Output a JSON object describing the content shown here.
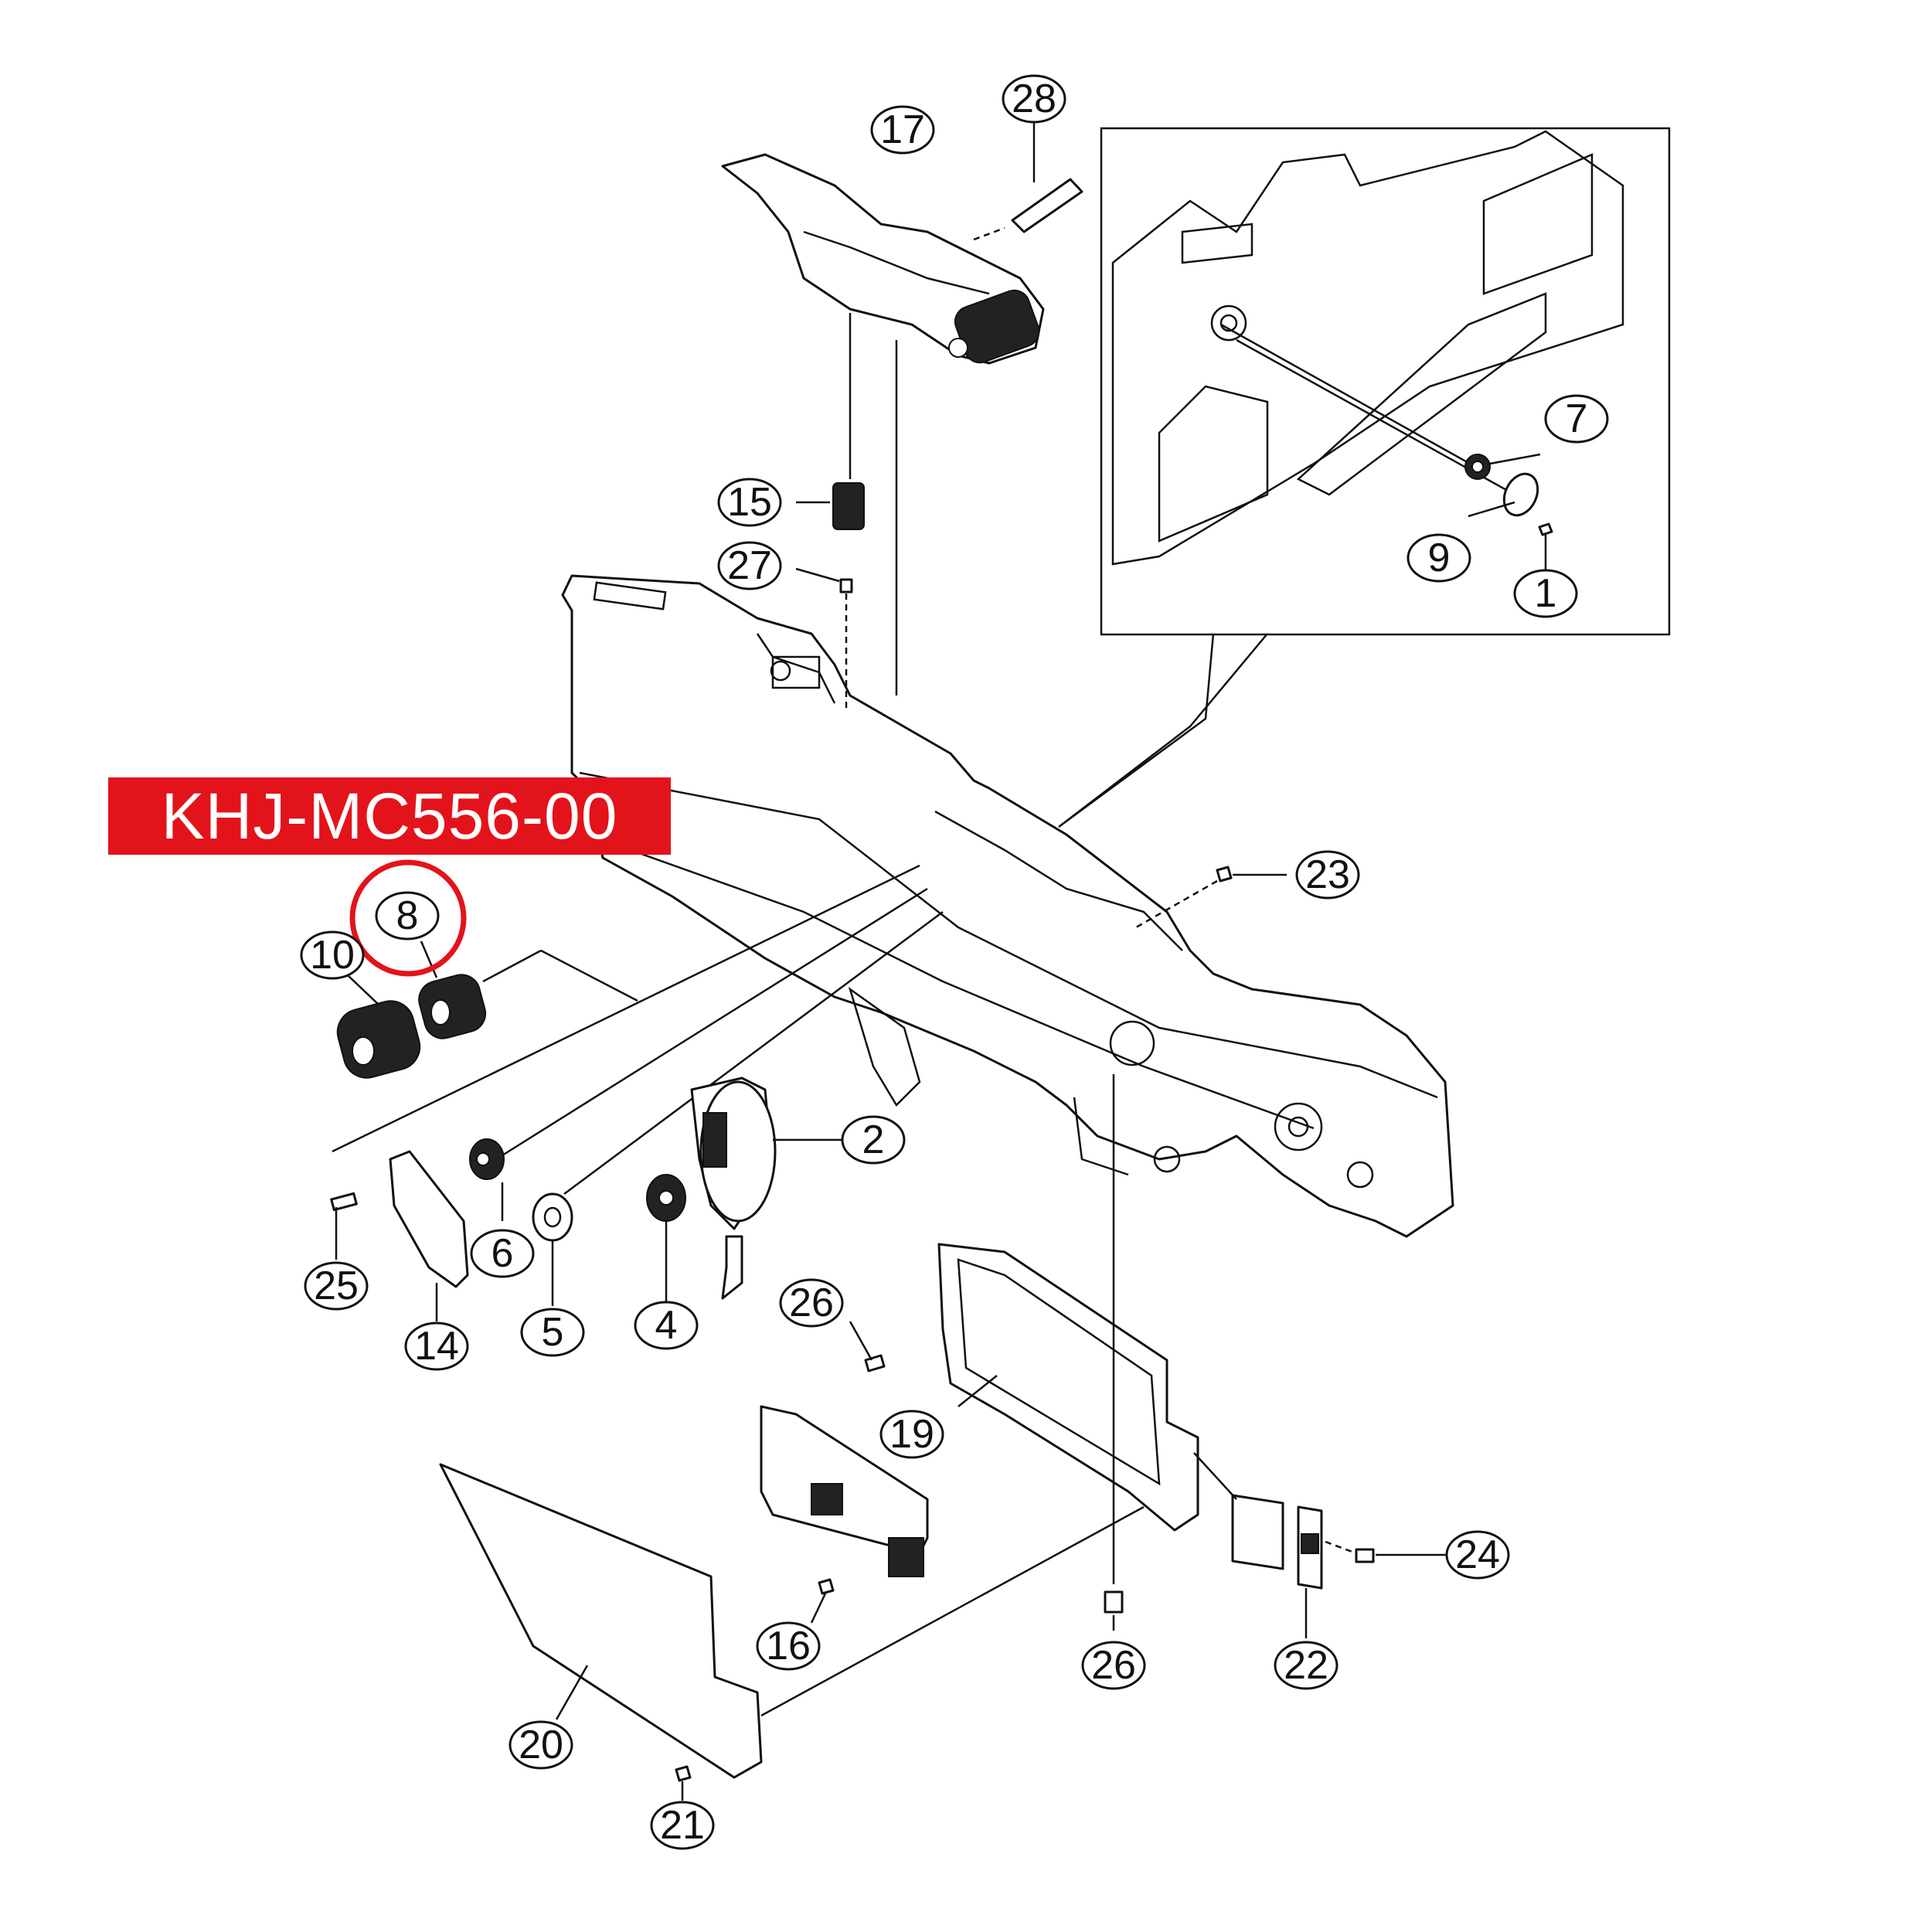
{
  "part_number_label": "KHJ-MC556-00",
  "highlight_color": "#e3131b",
  "highlighted_callout": "8",
  "callouts": [
    {
      "id": "c28",
      "label": "28"
    },
    {
      "id": "c17",
      "label": "17"
    },
    {
      "id": "c7",
      "label": "7"
    },
    {
      "id": "c9",
      "label": "9"
    },
    {
      "id": "c1",
      "label": "1"
    },
    {
      "id": "c15",
      "label": "15"
    },
    {
      "id": "c27",
      "label": "27"
    },
    {
      "id": "c23",
      "label": "23"
    },
    {
      "id": "c8",
      "label": "8"
    },
    {
      "id": "c10",
      "label": "10"
    },
    {
      "id": "c2",
      "label": "2"
    },
    {
      "id": "c6",
      "label": "6"
    },
    {
      "id": "c25",
      "label": "25"
    },
    {
      "id": "c14",
      "label": "14"
    },
    {
      "id": "c5",
      "label": "5"
    },
    {
      "id": "c4",
      "label": "4"
    },
    {
      "id": "c26a",
      "label": "26"
    },
    {
      "id": "c19",
      "label": "19"
    },
    {
      "id": "c24",
      "label": "24"
    },
    {
      "id": "c16",
      "label": "16"
    },
    {
      "id": "c26b",
      "label": "26"
    },
    {
      "id": "c22",
      "label": "22"
    },
    {
      "id": "c20",
      "label": "20"
    },
    {
      "id": "c21",
      "label": "21"
    }
  ]
}
